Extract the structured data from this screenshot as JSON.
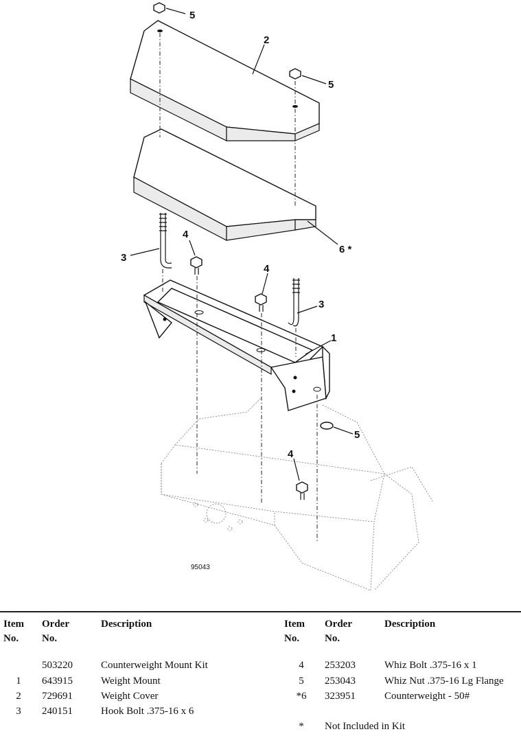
{
  "figure": {
    "number": "95043",
    "callouts": [
      "1",
      "2",
      "3",
      "3",
      "4",
      "4",
      "4",
      "5",
      "5",
      "5",
      "6 *"
    ]
  },
  "table": {
    "headers": {
      "item_line1": "Item",
      "item_line2": "No.",
      "order_line1": "Order",
      "order_line2": "No.",
      "description": "Description"
    },
    "left_rows": [
      {
        "item": "",
        "order": "503220",
        "description": "Counterweight Mount Kit"
      },
      {
        "item": "1",
        "order": "643915",
        "description": "Weight Mount"
      },
      {
        "item": "2",
        "order": "729691",
        "description": "Weight Cover"
      },
      {
        "item": "3",
        "order": "240151",
        "description": "Hook Bolt .375-16 x 6"
      }
    ],
    "right_rows": [
      {
        "item": "4",
        "order": "253203",
        "description": "Whiz Bolt .375-16 x 1"
      },
      {
        "item": "5",
        "order": "253043",
        "description": "Whiz Nut .375-16 Lg Flange"
      },
      {
        "item": "*6",
        "order": "323951",
        "description": "Counterweight - 50#"
      }
    ],
    "footnote": {
      "mark": "*",
      "text": "Not Included in Kit"
    }
  }
}
